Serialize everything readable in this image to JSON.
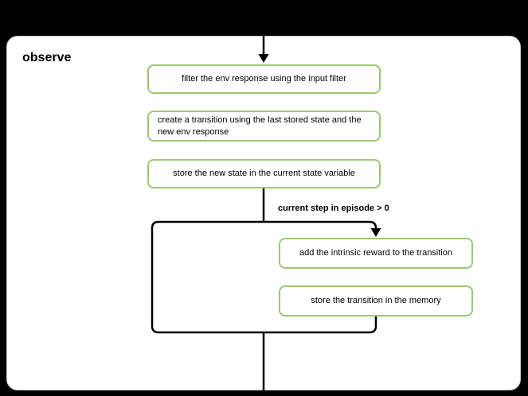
{
  "diagram": {
    "title": "observe",
    "nodes": [
      {
        "label": "filter the env response using the input filter"
      },
      {
        "label": "create a transition using the last stored state and the new env response"
      },
      {
        "label": "store the new state in the current state variable"
      },
      {
        "label": "add the intrinsic reward to the transition"
      },
      {
        "label": "store the transition in the memory"
      }
    ],
    "condition_label": "current step in episode > 0",
    "colors": {
      "node_border": "#9CC878",
      "edge": "#000000",
      "canvas": "#ffffff",
      "background": "#000000"
    }
  }
}
